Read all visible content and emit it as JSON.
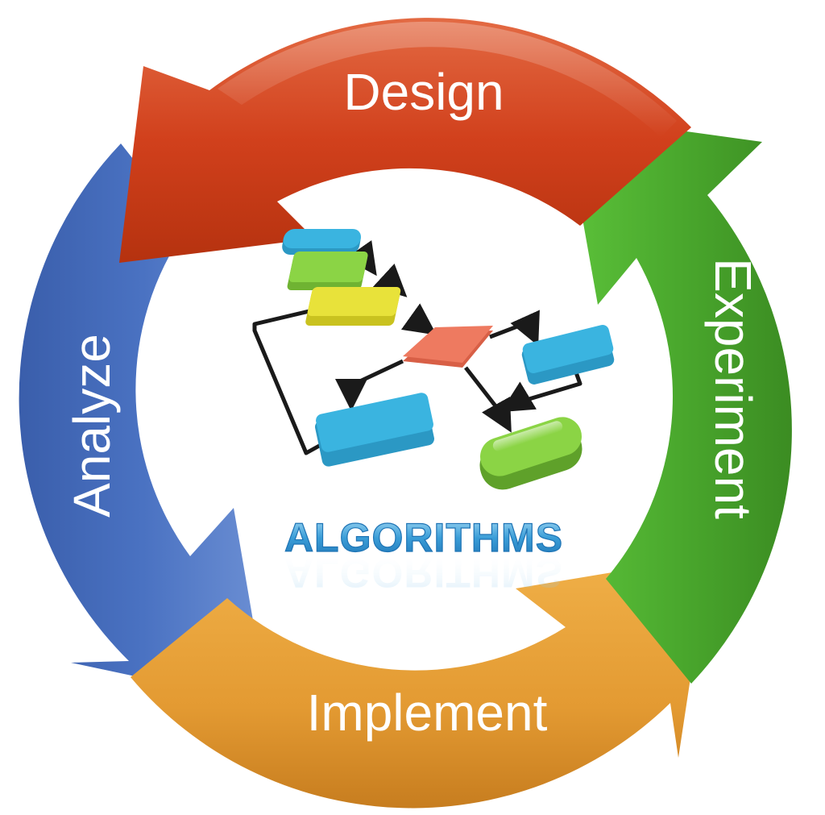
{
  "cycle": {
    "title": "ALGORITHMS",
    "stages": [
      {
        "label": "Design",
        "color": "#d1401c"
      },
      {
        "label": "Experiment",
        "color": "#4aa82d"
      },
      {
        "label": "Implement",
        "color": "#e39a32"
      },
      {
        "label": "Analyze",
        "color": "#4a72c2"
      }
    ]
  },
  "flowchart": {
    "colors": {
      "cyan": "#3ab4e0",
      "green": "#8bd445",
      "yellow": "#e8e23a",
      "salmon": "#ee7a60",
      "connector": "#1a1a1a"
    }
  }
}
